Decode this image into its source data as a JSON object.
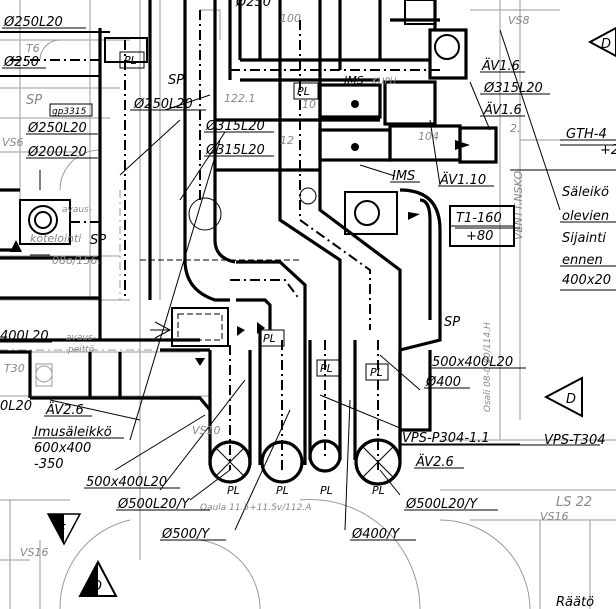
{
  "labels": [
    {
      "key": "d250L20_top",
      "text": "Ø250L20"
    },
    {
      "key": "d250_top",
      "text": "Ø250"
    },
    {
      "key": "d250_left",
      "text": "Ø250"
    },
    {
      "key": "ts",
      "text": "T6"
    },
    {
      "key": "pl1",
      "text": "PL"
    },
    {
      "key": "sp1",
      "text": "SP"
    },
    {
      "key": "av16",
      "text": "ÄV1.6"
    },
    {
      "key": "ims1",
      "text": "IMS"
    },
    {
      "key": "kupu",
      "text": "KUPU"
    },
    {
      "key": "d315L20_r",
      "text": "Ø315L20"
    },
    {
      "key": "av16b",
      "text": "ÄV1.6"
    },
    {
      "key": "gp",
      "text": "gp3315"
    },
    {
      "key": "sp2",
      "text": "SP"
    },
    {
      "key": "d250L20_mid",
      "text": "Ø250L20"
    },
    {
      "key": "pl2",
      "text": "PL"
    },
    {
      "key": "d250L20_l",
      "text": "Ø250L20"
    },
    {
      "key": "d315L20_a",
      "text": "Ø315L20"
    },
    {
      "key": "vs6",
      "text": "VS6"
    },
    {
      "key": "d200L20",
      "text": "Ø200L20"
    },
    {
      "key": "d315L20_b",
      "text": "Ø315L20"
    },
    {
      "key": "ims2",
      "text": "IMS"
    },
    {
      "key": "av110",
      "text": "ÄV1.10"
    },
    {
      "key": "gth",
      "text": "GTH-4"
    },
    {
      "key": "gth2",
      "text": "+2"
    },
    {
      "key": "saleik",
      "text": "Säleikö"
    },
    {
      "key": "olevien",
      "text": "olevien"
    },
    {
      "key": "sijainti",
      "text": "Sijainti"
    },
    {
      "key": "ennen",
      "text": "ennen"
    },
    {
      "key": "s400x20",
      "text": "400x20"
    },
    {
      "key": "t1_160",
      "text": "T1-160"
    },
    {
      "key": "t1_80",
      "text": "+80"
    },
    {
      "key": "sp3",
      "text": "SP"
    },
    {
      "key": "avaus",
      "text": "avaus-"
    },
    {
      "key": "kotelointi",
      "text": "kotelointi"
    },
    {
      "key": "dims1",
      "text": "08o/156."
    },
    {
      "key": "d400L20",
      "text": "400L20"
    },
    {
      "key": "avaus2",
      "text": "avaus-"
    },
    {
      "key": "peitt",
      "text": "peittö"
    },
    {
      "key": "t30",
      "text": "T30"
    },
    {
      "key": "pl3",
      "text": "PL"
    },
    {
      "key": "pl4",
      "text": "PL"
    },
    {
      "key": "pl5",
      "text": "PL"
    },
    {
      "key": "sp4",
      "text": "SP"
    },
    {
      "key": "s500x400L20",
      "text": "500x400L20"
    },
    {
      "key": "d400",
      "text": "Ø400"
    },
    {
      "key": "osali",
      "text": "Osali 08-0.80/114.H"
    },
    {
      "key": "av26",
      "text": "ÄV2.6"
    },
    {
      "key": "l20",
      "text": "0L20"
    },
    {
      "key": "imus",
      "text": "Imusäleikkö"
    },
    {
      "key": "imus600",
      "text": "600x400"
    },
    {
      "key": "imus350",
      "text": "-350"
    },
    {
      "key": "vs10",
      "text": "VS10"
    },
    {
      "key": "vps304",
      "text": "VPS-P304-1.1"
    },
    {
      "key": "vps304b",
      "text": "VPS-T304"
    },
    {
      "key": "av26b",
      "text": "ÄV2.6"
    },
    {
      "key": "s500x400L20b",
      "text": "500x400L20"
    },
    {
      "key": "pl6",
      "text": "PL"
    },
    {
      "key": "pl7",
      "text": "PL"
    },
    {
      "key": "pl8",
      "text": "PL"
    },
    {
      "key": "pl9",
      "text": "PL"
    },
    {
      "key": "d500L20Y_l",
      "text": "Ø500L20/Y"
    },
    {
      "key": "d500L20Y_r",
      "text": "Ø500L20/Y"
    },
    {
      "key": "oasla",
      "text": "Oaula 11.5+11.5v/112.A"
    },
    {
      "key": "ls22",
      "text": "LS 22"
    },
    {
      "key": "vs16",
      "text": "VS16"
    },
    {
      "key": "d500Y",
      "text": "Ø500/Y"
    },
    {
      "key": "d400Y",
      "text": "Ø400/Y"
    },
    {
      "key": "vs16b",
      "text": "VS16"
    },
    {
      "key": "raatu",
      "text": "Räätö"
    },
    {
      "key": "vs8",
      "text": "VS8"
    },
    {
      "key": "ventti",
      "text": "VENTT.NSKO"
    },
    {
      "key": "n122",
      "text": "122.1"
    },
    {
      "key": "n104",
      "text": "104"
    },
    {
      "key": "n10",
      "text": "10"
    },
    {
      "key": "n100",
      "text": "100"
    },
    {
      "key": "n12",
      "text": "12"
    },
    {
      "key": "n2",
      "text": "2."
    }
  ],
  "markers": [
    {
      "key": "mk_d_top",
      "text": "D"
    },
    {
      "key": "mk_d_right",
      "text": "D"
    },
    {
      "key": "mk_f",
      "text": "F"
    },
    {
      "key": "mk_d_bottom",
      "text": "D"
    }
  ]
}
